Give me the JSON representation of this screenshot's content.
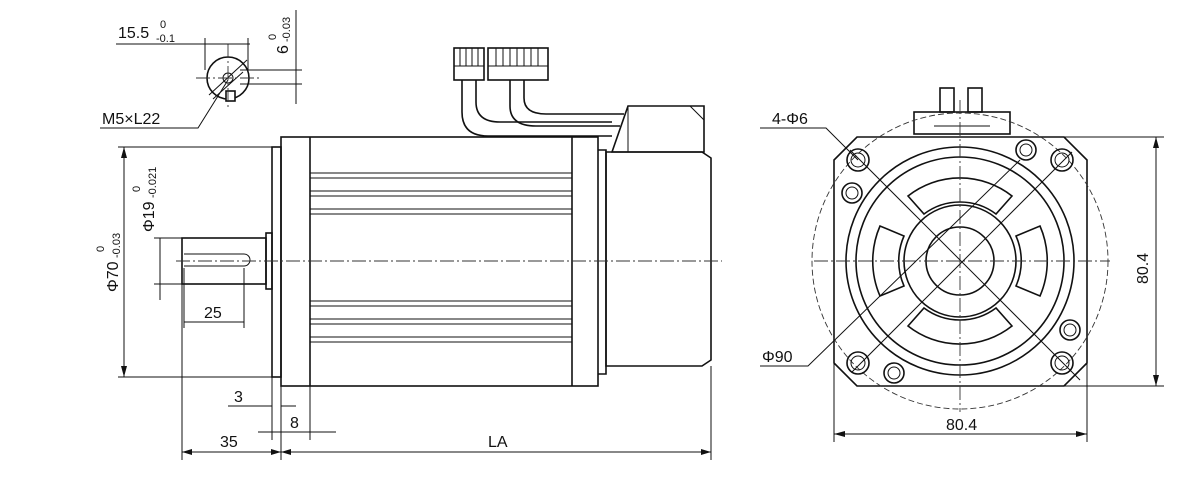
{
  "keyway": {
    "width_nominal": "15.5",
    "width_tol_upper": "0",
    "width_tol_lower": "-0.1",
    "depth_nominal": "6",
    "depth_tol_upper": "0",
    "depth_tol_lower": "-0.03",
    "thread_label": "M5×L22"
  },
  "side_view": {
    "flange_dia_nominal": "Φ70",
    "flange_dia_tol_upper": "0",
    "flange_dia_tol_lower": "-0.03",
    "shaft_dia_nominal": "Φ19",
    "shaft_dia_tol_upper": "0",
    "shaft_dia_tol_lower": "-0.021",
    "key_length": "25",
    "flange_step": "3",
    "flange_thickness": "8",
    "shaft_length": "35",
    "body_length": "LA"
  },
  "front_view": {
    "hole_spec": "4-Φ6",
    "pcd": "Φ90",
    "height": "80.4",
    "width": "80.4"
  }
}
